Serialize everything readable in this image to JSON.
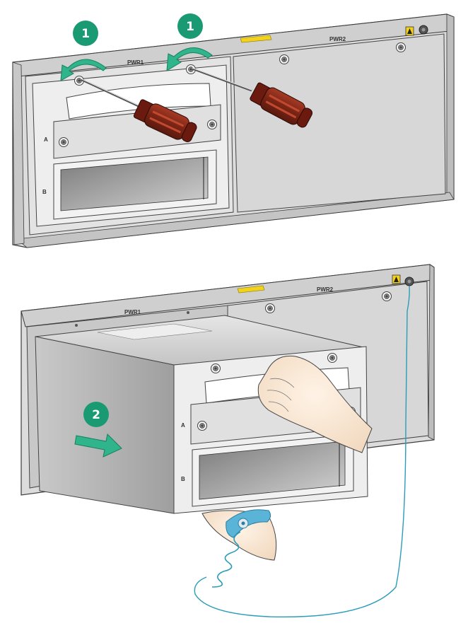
{
  "step1": {
    "label": "1"
  },
  "step2": {
    "label": "2"
  },
  "panel": {
    "pwr1_label": "PWR1",
    "pwr2_label": "PWR2",
    "slot_a_label": "A",
    "slot_b_label": "B"
  },
  "colors": {
    "step_badge": "#1a9a73",
    "arrow": "#2fb48c",
    "wrist_strap": "#5ab4d8",
    "ground_cable": "#2a9db8",
    "screwdriver_handle": "#8a2a1a",
    "chassis": "#d9d9d9",
    "psu_body": "#b8b8b8",
    "warning_stripe": "#f2d21a"
  },
  "icons": [
    "screwdriver-icon",
    "hand-icon",
    "esd-wrist-strap-icon",
    "screw-icon",
    "curved-arrow-icon",
    "straight-arrow-icon",
    "warning-icon",
    "ground-connector-icon"
  ]
}
